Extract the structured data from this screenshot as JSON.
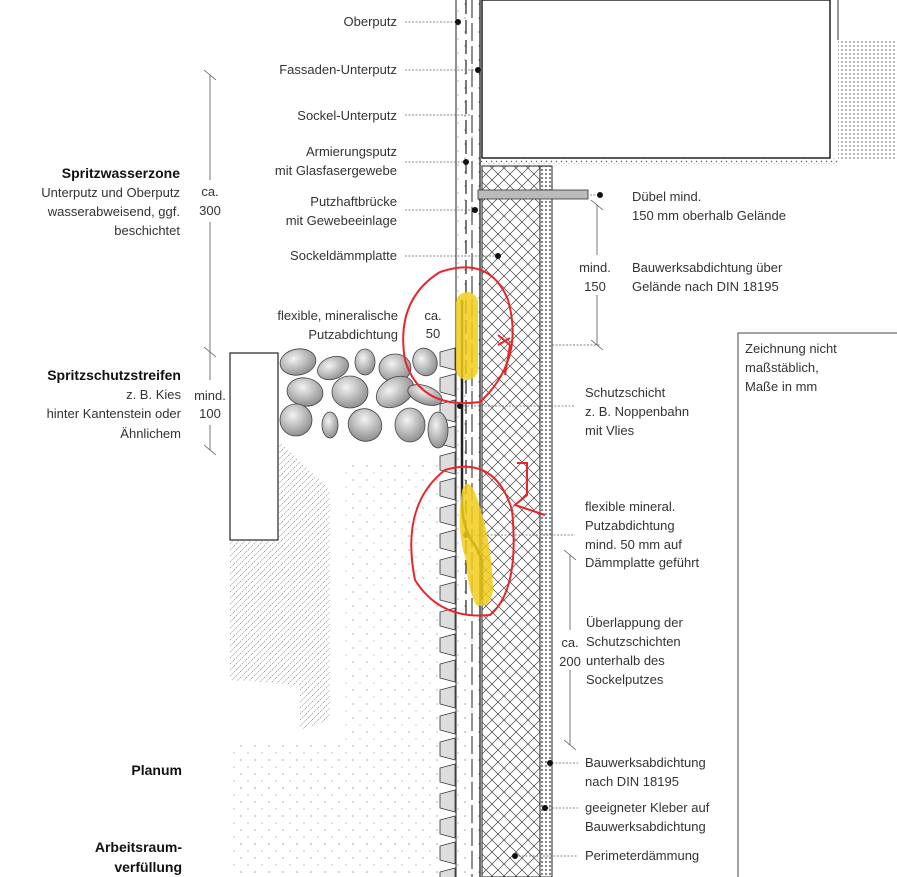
{
  "left_labels": {
    "oberputz": "Oberputz",
    "fassaden_unterputz": "Fassaden-Unterputz",
    "sockel_unterputz": "Sockel-Unterputz",
    "armierungsputz_1": "Armierungsputz",
    "armierungsputz_2": "mit Glasfasergewebe",
    "putzhaftbruecke_1": "Putzhaftbrücke",
    "putzhaftbruecke_2": "mit Gewebeeinlage",
    "sockeldaemmplatte": "Sockeldämmplatte",
    "putzabdichtung_1": "flexible, mineralische",
    "putzabdichtung_2": "Putzabdichtung"
  },
  "zones": {
    "spritzwasserzone": {
      "title": "Spritzwasserzone",
      "lines": [
        "Unterputz und Oberputz",
        "wasserabweisend, ggf.",
        "beschichtet"
      ]
    },
    "spritzschutzstreifen": {
      "title": "Spritzschutzstreifen",
      "lines": [
        "z. B. Kies",
        "hinter Kantenstein oder",
        "Ähnlichem"
      ]
    },
    "planum": "Planum",
    "arbeitsraum": [
      "Arbeitsraum-",
      "verfüllung"
    ]
  },
  "dimensions": {
    "ca300": [
      "ca.",
      "300"
    ],
    "mind100": [
      "mind.",
      "100"
    ],
    "ca50": [
      "ca.",
      "50"
    ],
    "mind150": [
      "mind.",
      "150"
    ],
    "ca200": [
      "ca.",
      "200"
    ]
  },
  "right_labels": {
    "duebel": [
      "Dübel mind.",
      "150 mm oberhalb Gelände"
    ],
    "bauwerksabdichtung_ueber": [
      "Bauwerksabdichtung über",
      "Gelände nach DIN 18195"
    ],
    "schutzschicht": [
      "Schutzschicht",
      "z. B. Noppenbahn",
      "mit Vlies"
    ],
    "putzabdichtung": [
      "flexible mineral.",
      "Putzabdichtung",
      "mind. 50 mm auf",
      "Dämmplatte geführt"
    ],
    "ueberlappung": [
      "Überlappung der",
      "Schutzschichten",
      "unterhalb des",
      "Sockelputzes"
    ],
    "bauwerksabdichtung": [
      "Bauwerksabdichtung",
      "nach DIN 18195"
    ],
    "kleber": [
      "geeigneter Kleber auf",
      "Bauwerksabdichtung"
    ],
    "perimeter": "Perimeterdämmung"
  },
  "note": [
    "Zeichnung nicht",
    "maßstäblich,",
    "Maße in mm"
  ],
  "annotations": {
    "marker_1": "1",
    "marker_2": "2"
  },
  "colors": {
    "annotation_red": "#e8262a",
    "highlight_yellow": "#f2cc1a"
  }
}
